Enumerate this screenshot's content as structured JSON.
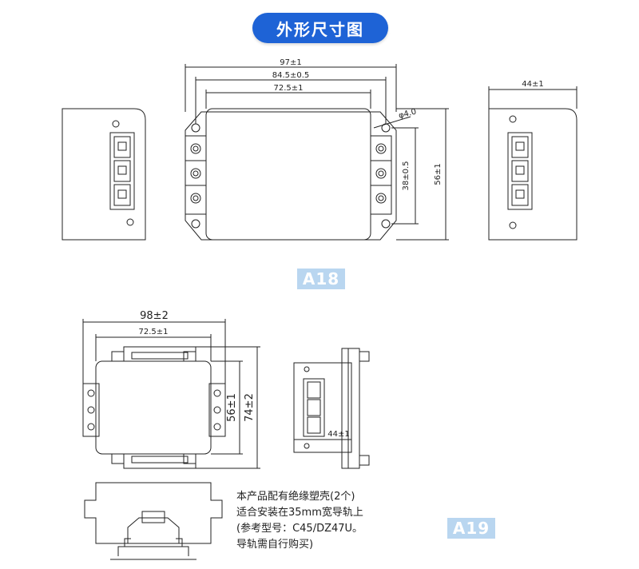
{
  "header": {
    "title": "外形尺寸图",
    "accent_color": "#1e63d6"
  },
  "a18": {
    "label": "A18",
    "dim_total_width": "97±1",
    "dim_mid_width": "84.5±0.5",
    "dim_inner_width": "72.5±1",
    "dim_hole": "φ4.0",
    "dim_hole_spacing": "38±0.5",
    "dim_height": "56±1",
    "dim_side_width": "44±1"
  },
  "a19": {
    "label": "A19",
    "dim_total_width": "98±2",
    "dim_inner_width": "72.5±1",
    "dim_height": "56±1",
    "dim_total_height": "74±2",
    "dim_side_width": "44±1"
  },
  "note": {
    "lines": [
      "本产品配有绝缘塑壳(2个)",
      "适合安装在35mm宽导轨上",
      "(参考型号：C45/DZ47U。",
      "导轨需自行购买)"
    ]
  },
  "colors": {
    "label_badge": "#b9d6f0",
    "line": "#222222"
  }
}
